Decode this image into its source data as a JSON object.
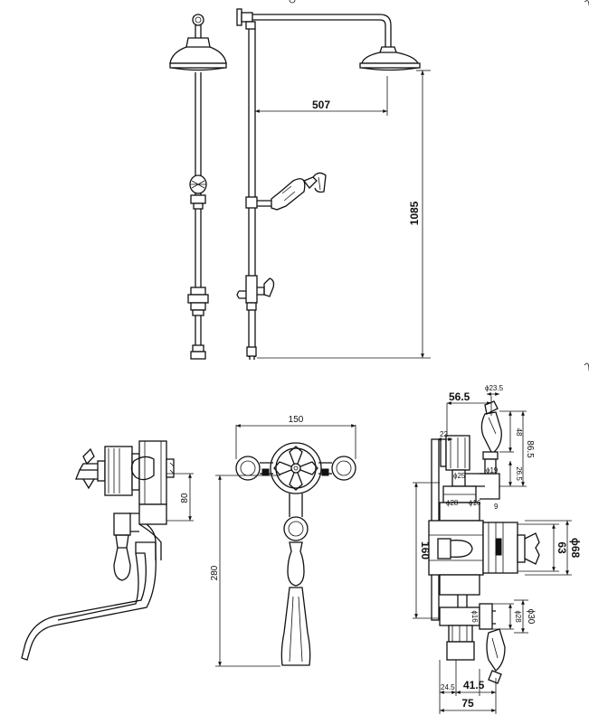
{
  "shower_riser": {
    "arm_length": "507",
    "height": "1085"
  },
  "bath_valve": {
    "side_height": "80",
    "spout_drop": "280",
    "valve_width": "150"
  },
  "valve_detail": {
    "d_top_cap": "ϕ23.5",
    "top_offset": "56.5",
    "dim_22": "22",
    "dim_48": "48",
    "dim_86_5": "86.5",
    "d_25": "ϕ25",
    "dim_26_5": "26.5",
    "d_28_upper": "ϕ28",
    "d_19": "ϕ19",
    "dim_9": "9",
    "body_height": "160",
    "dim_63": "63",
    "d_68": "ϕ68",
    "d_28_lower": "ϕ28",
    "d_30": "ϕ30",
    "d_16": "ϕ16",
    "dim_24_5": "24.5",
    "dim_41_5": "41.5",
    "overall_width": "75"
  }
}
